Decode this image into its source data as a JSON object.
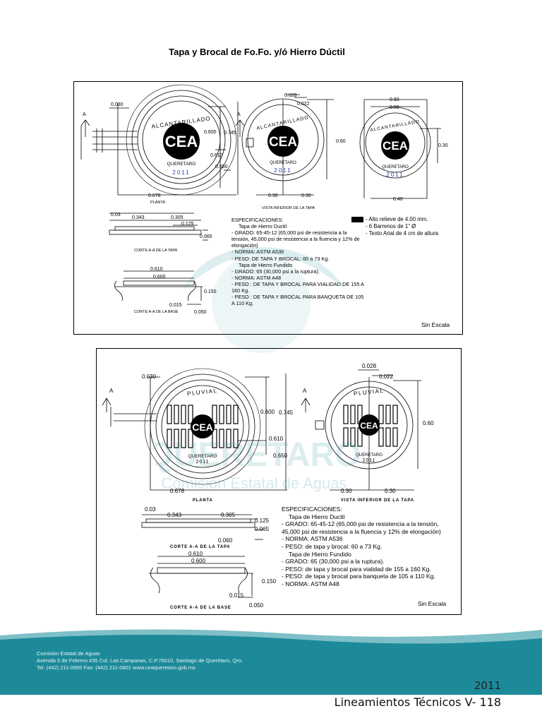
{
  "title": "Tapa y Brocal de Fo.Fo. y/ó Hierro Dúctil",
  "panel1": {
    "dims": {
      "d030": "0.030",
      "d028": "0.028",
      "d022": "0.022",
      "d060a": "0.60",
      "d050": "0.50",
      "d0600": "0.600",
      "d0745": "0.745",
      "d0610": "0.610",
      "d0650": "0.650",
      "d060b": "0.60",
      "d030b": "0.30",
      "d0678": "0.678",
      "d030c": "0.30",
      "d030d": "0.30",
      "d040": "0.40",
      "d003": "0.03",
      "d0343": "0.343",
      "d0305": "0.305",
      "d0125": "0.125",
      "d0065": "0.065",
      "d0610b": "0.610",
      "d0600b": "0.600",
      "d0150": "0.150",
      "d0015": "0.015",
      "d0050": "0.050"
    },
    "labels": {
      "a1": "A",
      "a2": "A",
      "planta": "PLANTA",
      "vista": "VISTA INFERIOR DE LA TAPA",
      "corte_tapa": "CORTE A-A DE LA TAPA",
      "corte_base": "CORTE A-A DE LA BASE"
    },
    "cover": {
      "arc": "ALCANTARILLADO",
      "logo": "CEA",
      "city": "QUERETARO",
      "year": "2011"
    },
    "legend": [
      "- Alto relieve de 4.00 mm.",
      "- 6 Barrenos de 1\" Ø",
      "- Texto Arial de 4 cm de altura"
    ],
    "spec_title": "ESPECIFICACIONES:",
    "spec_sub1": "Tapa de Hierro Ductil",
    "spec_lines1": [
      "- GRADO: 65-45-12 (65,000 psi de resistencia a la tensión, 45,000 psi de resistencia a la fluencia y 12% de elongación)",
      "- NORMA: ASTM A536",
      "- PESO: DE TAPA Y BROCAL: 60 a 73 Kg."
    ],
    "spec_sub2": "Tapa de Hierro Fundido",
    "spec_lines2": [
      "- GRADO: 65 (30,000 psi a la ruptura).",
      "- NORMA: ASTM A48",
      "- PESO : DE TAPA Y BROCAL PARA VIALIDAD DE 155 A 160 Kg.",
      "- PESO : DE TAPA Y BROCAL PARA BANQUETA DE 105 A 110 Kg."
    ],
    "escala": "Sin Escala"
  },
  "panel2": {
    "dims": {
      "d030": "0.030",
      "d028": "0.028",
      "d022": "0.022",
      "d0600": "0.600",
      "d0745": "0.745",
      "d0610": "0.610",
      "d0650": "0.650",
      "d060": "0.60",
      "d0678": "0.678",
      "d030a": "0.30",
      "d030b": "0.30",
      "d003": "0.03",
      "d0343": "0.343",
      "d0305": "0.305",
      "d0125": "0.125",
      "d0065": "0.065",
      "d0060": "0.060",
      "d0610b": "0.610",
      "d0600b": "0.600",
      "d0150": "0.150",
      "d0015": "0.015",
      "d0050": "0.050"
    },
    "labels": {
      "a1": "A",
      "a2": "A",
      "planta": "PLANTA",
      "vista": "VISTA INFERIOR DE LA TAPA",
      "corte_tapa": "CORTE A-A DE LA TAPA",
      "corte_base": "CORTE A-A DE LA BASE"
    },
    "cover": {
      "arc": "PLUVIAL",
      "logo": "CEA",
      "city": "QUERETARO",
      "year": "2011"
    },
    "spec_title": "ESPECIFICACIONES:",
    "spec_sub1": "Tapa de Hierro Ductil",
    "spec_lines1": [
      "- GRADO: 65-45-12 (65,000 psi de resistencia a la tensión, 45,000 psi de resistencia a la fluencia y 12% de elongación)",
      "- NORMA: ASTM A536",
      "- PESO: de tapa y brocal: 60 a 73 Kg."
    ],
    "spec_sub2": "Tapa de Hierro Fundido",
    "spec_lines2": [
      "- GRADO: 65 (30,000 psi a la ruptura).",
      "- PESO: de tapa y brocal para vialidad de 155 a 160 Kg.",
      "- PESO: de tapa y brocal para banqueta de 105 a 110 Kg.",
      "- NORMA: ASTM A48"
    ],
    "escala": "Sin Escala"
  },
  "watermark": {
    "org": "QUERETARO",
    "sub": "Comisión Estatal de Aguas"
  },
  "footer": {
    "line1": "Comisión Estatal de Aguas",
    "line2": "Avenida 5 de Febrero #35 Col. Las Campanas, C.P.76010, Santiago de Querétaro, Qro.",
    "line3": "Tel. (442) 211-0600   Fax: (442) 211-0601   www.ceaqueretaro.gob.mx",
    "year": "2011",
    "doc": "Lineamientos Técnicos V- 118"
  },
  "colors": {
    "teal": "#1d8a99",
    "teal_light": "#cfe3e6"
  }
}
